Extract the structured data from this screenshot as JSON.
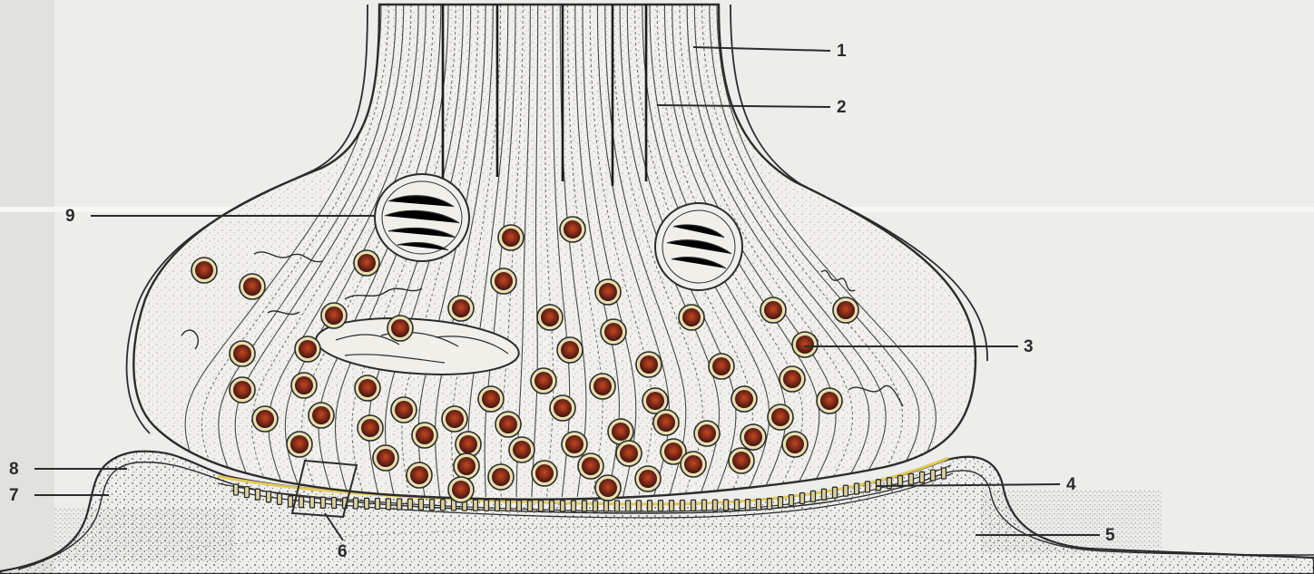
{
  "labels": {
    "l1": "1",
    "l2": "2",
    "l3": "3",
    "l4": "4",
    "l5": "5",
    "l6": "6",
    "l7": "7",
    "l8": "8",
    "l9": "9"
  },
  "colors": {
    "paper": "#ededeb",
    "ink": "#2b2b2b",
    "vesicle": "#6b2418",
    "vesicle_core": "#b8401e",
    "membrane_highlight": "#e3c95a",
    "stipple": "#4a4a4a"
  }
}
